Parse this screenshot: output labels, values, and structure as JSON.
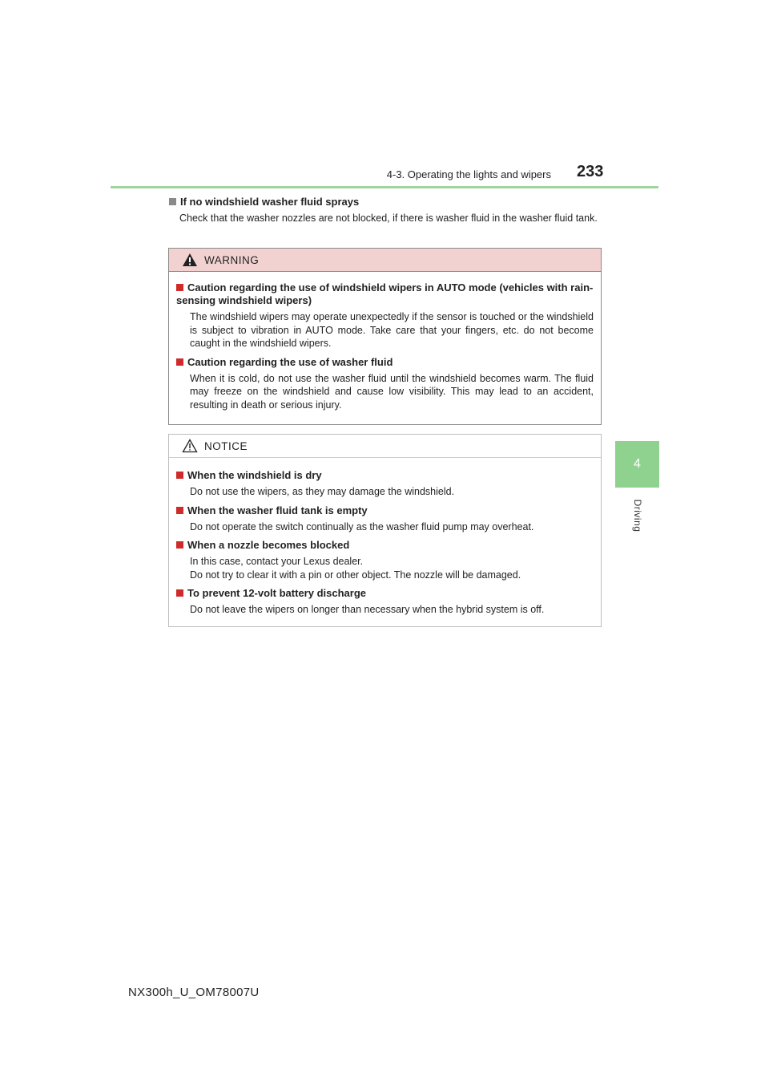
{
  "header": {
    "section_title": "4-3. Operating the lights and wipers",
    "page_number": "233"
  },
  "side_tab": {
    "chapter_number": "4",
    "chapter_label": "Driving"
  },
  "intro": {
    "heading": "If no windshield washer fluid sprays",
    "body": "Check that the washer nozzles are not blocked, if there is washer fluid in the washer fluid tank."
  },
  "warning": {
    "title": "WARNING",
    "items": [
      {
        "heading": "Caution regarding the use of windshield wipers in AUTO mode (vehicles with rain-sensing windshield wipers)",
        "body": "The windshield wipers may operate unexpectedly if the sensor is touched or the windshield is subject to vibration in AUTO mode. Take care that your fingers, etc. do not become caught in the windshield wipers."
      },
      {
        "heading": "Caution regarding the use of washer fluid",
        "body": "When it is cold, do not use the washer fluid until the windshield becomes warm. The fluid may freeze on the windshield and cause low visibility. This may lead to an accident, resulting in death or serious injury."
      }
    ]
  },
  "notice": {
    "title": "NOTICE",
    "items": [
      {
        "heading": "When the windshield is dry",
        "body": "Do not use the wipers, as they may damage the windshield."
      },
      {
        "heading": "When the washer fluid tank is empty",
        "body": "Do not operate the switch continually as the washer fluid pump may overheat."
      },
      {
        "heading": "When a nozzle becomes blocked",
        "body": "In this case, contact your Lexus dealer.",
        "body2": "Do not try to clear it with a pin or other object. The nozzle will be damaged."
      },
      {
        "heading": "To prevent 12-volt battery discharge",
        "body": "Do not leave the wipers on longer than necessary when the hybrid system is off."
      }
    ]
  },
  "footer": {
    "doc_code": "NX300h_U_OM78007U"
  },
  "colors": {
    "accent_green": "#8fd18f",
    "warning_header_bg": "#f2d1d1",
    "warning_bullet": "#cf2b2b",
    "notice_bullet": "#cf2b2b"
  }
}
